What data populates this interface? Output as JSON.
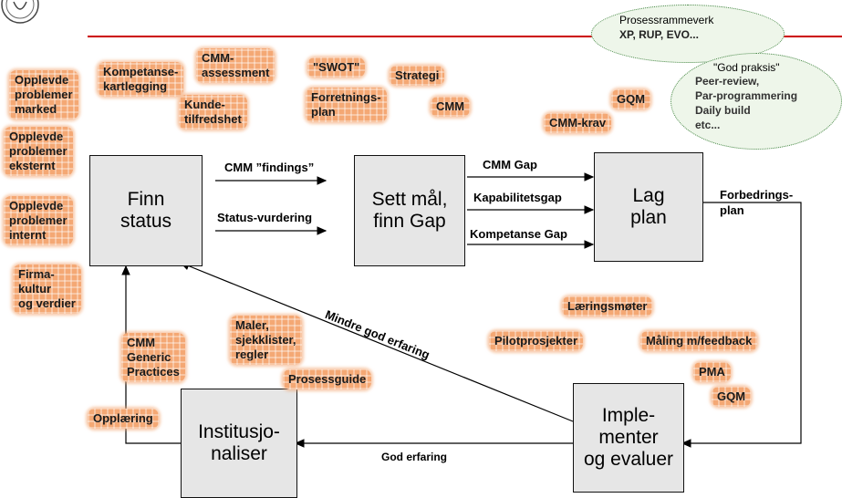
{
  "header": {
    "logo": "university-seal",
    "accent_color": "#cc0000"
  },
  "boxes": {
    "finn": "Finn\nstatus",
    "sett": "Sett mål,\nfinn Gap",
    "lag": "Lag\nplan",
    "impl": "Imple-\nmenter\nog evaluer",
    "inst": "Institusjo-\nnaliser"
  },
  "arrows": {
    "cmm_findings": "CMM ”findings”",
    "status_vurdering": "Status-vurdering",
    "cmm_gap": "CMM Gap",
    "kapabilitetsgap": "Kapabilitetsgap",
    "kompetanse_gap": "Kompetanse Gap",
    "forbedringsplan": "Forbedrings-\nplan",
    "mindre_god": "Mindre god erfaring",
    "god_erfaring": "God erfaring"
  },
  "tags": {
    "opplevde_marked": "Opplevde\nproblemer\nmarked",
    "kompetansekartlegging": "Kompetanse-\nkartlegging",
    "cmm_assessment": "CMM-\nassessment",
    "kundetilfredshet": "Kunde-\ntilfredshet",
    "opplevde_eksternt": "Opplevde\nproblemer\neksternt",
    "opplevde_internt": "Opplevde\nproblemer\ninternt",
    "firmakultur": "Firma-\nkultur\nog verdier",
    "swot": "\"SWOT\"",
    "strategi": "Strategi",
    "forretningsplan": "Forretnings-\nplan",
    "cmm_small": "CMM",
    "gqm_top": "GQM",
    "cmm_krav": "CMM-krav",
    "cmm_generic": "CMM\nGeneric\nPractices",
    "opplaering": "Opplæring",
    "maler": "Maler,\nsjekklister,\nregler",
    "prosessguide": "Prosessguide",
    "laeringsmoter": "Læringsmøter",
    "pilotprosjekter": "Pilotprosjekter",
    "maling": "Måling m/feedback",
    "pma": "PMA",
    "gqm_bottom": "GQM"
  },
  "ellipses": {
    "prosess_title": "Prosessrammeverk",
    "prosess_items": "XP, RUP, EVO...",
    "god_title": "\"God praksis\"",
    "god_items": "Peer-review,\nPar-programmering\nDaily build\netc..."
  }
}
